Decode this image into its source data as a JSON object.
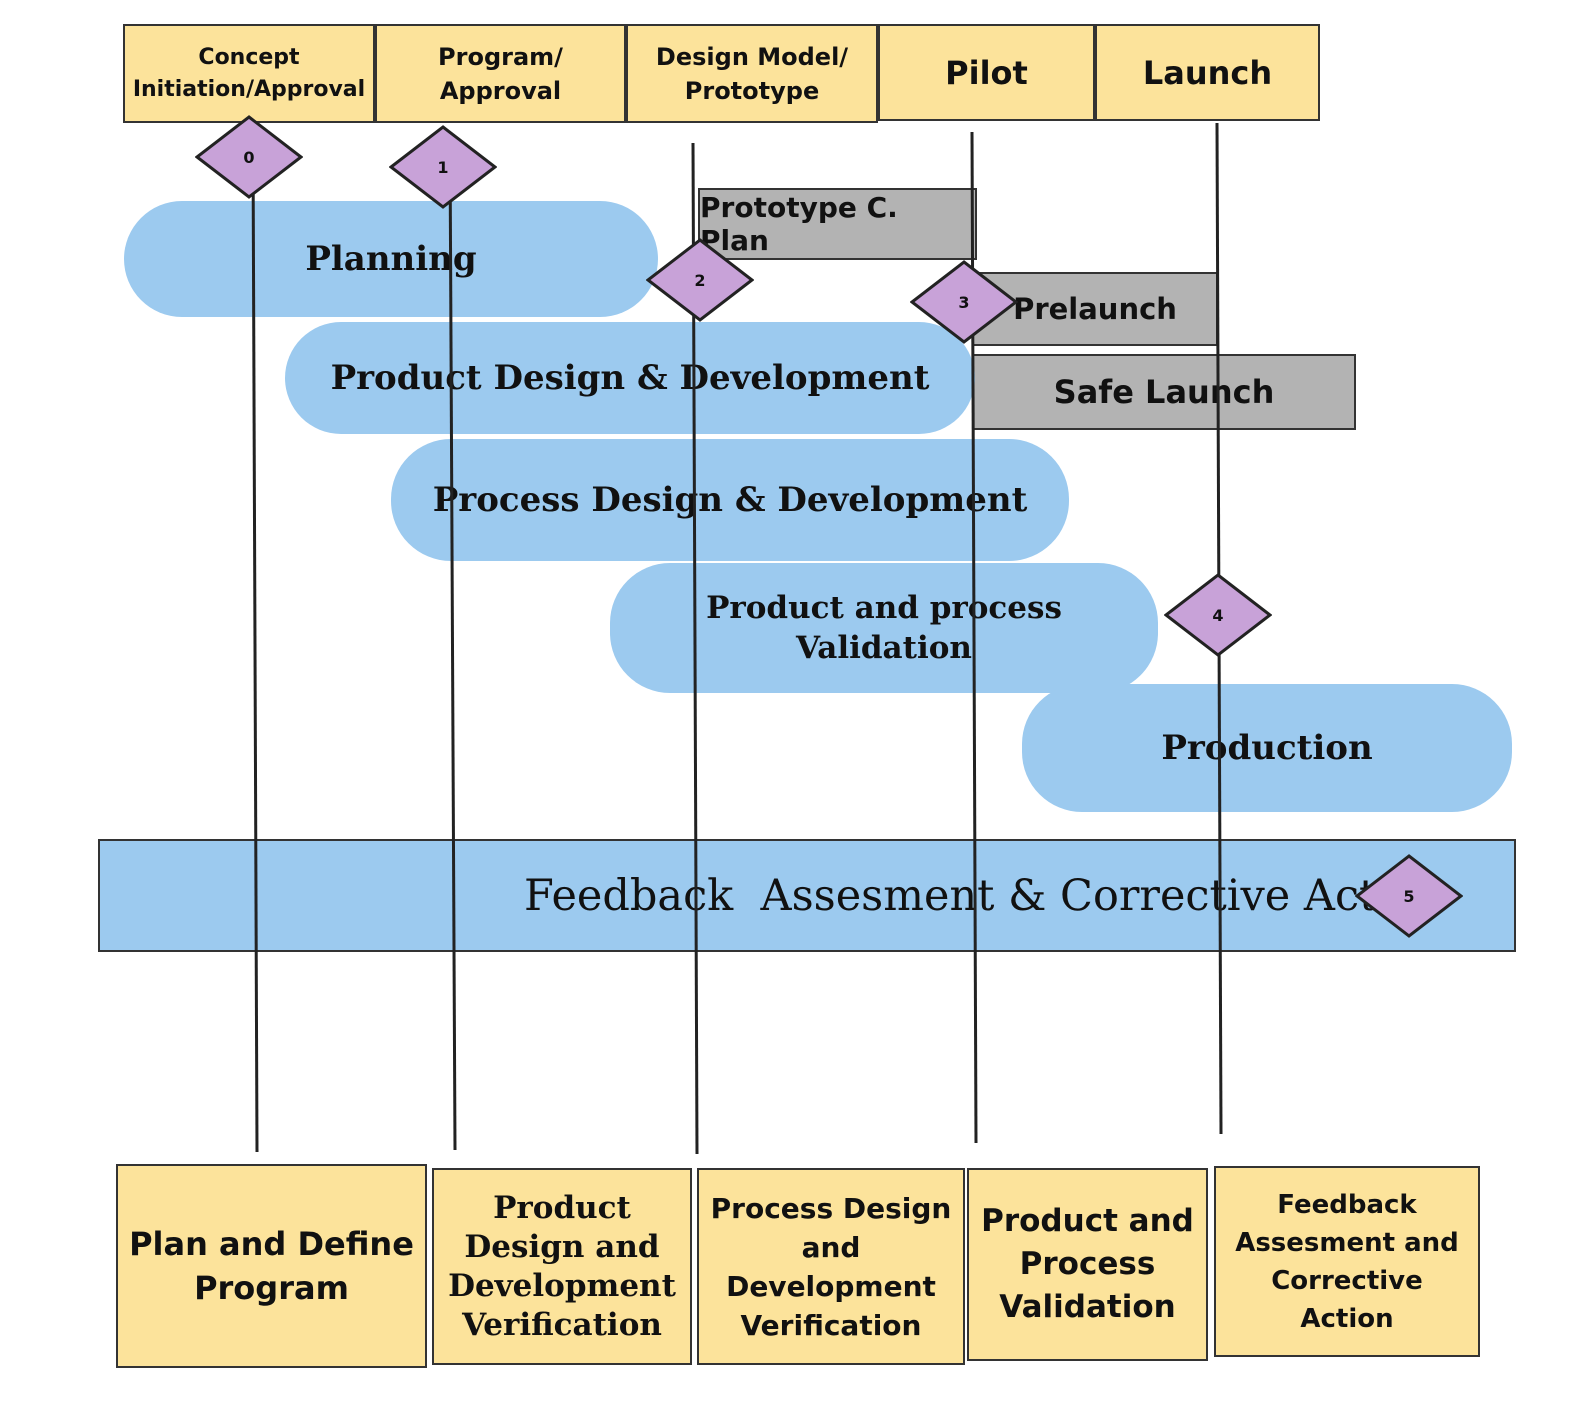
{
  "phases": {
    "concept": "Concept\nInitiation/Approval",
    "program": "Program/\nApproval",
    "design_model": "Design Model/\nPrototype",
    "pilot": "Pilot",
    "launch": "Launch"
  },
  "activities": {
    "planning": "Planning",
    "product_design": "Product Design & Development",
    "process_design": "Process Design & Development",
    "validation": "Product and process\nValidation",
    "production": "Production"
  },
  "control_plans": {
    "prototype": "Prototype C. Plan",
    "prelaunch": "Prelaunch",
    "safe_launch": "Safe Launch"
  },
  "feedback_bar": "Feedback  Assesment & Corrective Action",
  "gates": [
    "0",
    "1",
    "2",
    "3",
    "4",
    "5"
  ],
  "outputs": {
    "plan_define": "Plan and Define\nProgram",
    "product_verif": "Product\nDesign and\nDevelopment\nVerification",
    "process_verif": "Process Design\nand\nDevelopment\nVerification",
    "validation": "Product and\nProcess\nValidation",
    "feedback": "Feedback\nAssesment and\nCorrective\nAction"
  },
  "colors": {
    "phase_box": "#fce39b",
    "activity": "#9ccaef",
    "control_plan": "#b3b3b3",
    "gate": "#c8a2d8"
  }
}
